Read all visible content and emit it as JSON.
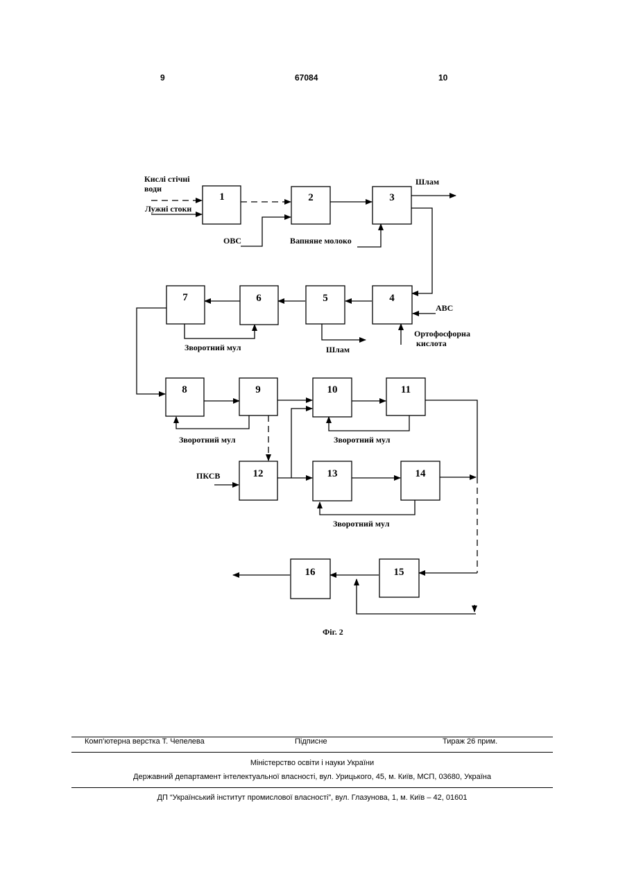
{
  "header": {
    "page_left": "9",
    "doc_number": "67084",
    "page_right": "10"
  },
  "diagram": {
    "blocks": [
      "1",
      "2",
      "3",
      "4",
      "5",
      "6",
      "7",
      "8",
      "9",
      "10",
      "11",
      "12",
      "13",
      "14",
      "15",
      "16"
    ],
    "labels": {
      "acid_water_line1": "Кислі стічні",
      "acid_water_line2": "води",
      "alkaline": "Лужні стоки",
      "ovs": "ОВС",
      "lime_milk": "Вапняне молоко",
      "sludge1": "Шлам",
      "avs": "АВС",
      "orthophos_line1": "Ортофосфорна",
      "orthophos_line2": "кислота",
      "return_sludge_67": "Зворотний мул",
      "sludge2": "Шлам",
      "return_sludge_89": "Зворотний мул",
      "return_sludge_1011": "Зворотний мул",
      "pksv": "ПКСВ",
      "return_sludge_1314": "Зворотний мул"
    },
    "caption": "Фіг. 2"
  },
  "footer": {
    "layout": "Комп’ютерна верстка Т. Чепелева",
    "signed": "Підписне",
    "print_run": "Тираж 26 прим.",
    "ministry": "Міністерство освіти і науки України",
    "department": "Державний департамент інтелектуальної власності, вул. Урицького, 45, м. Київ, МСП, 03680, Україна",
    "institute": "ДП “Український інститут промислової власності”, вул. Глазунова, 1, м. Київ – 42, 01601"
  }
}
